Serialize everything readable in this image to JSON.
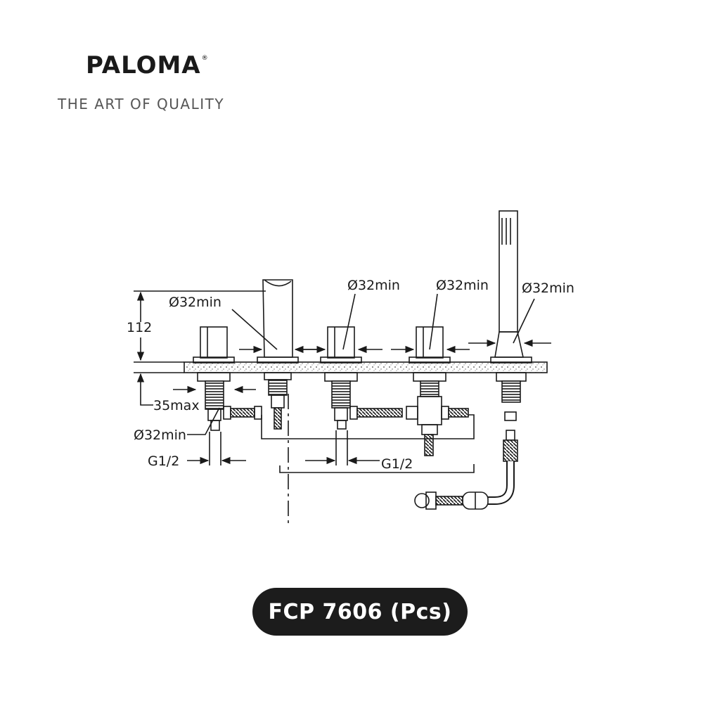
{
  "brand": {
    "name": "PALOMA",
    "registered": "®",
    "tagline": "THE ART OF QUALITY"
  },
  "drawing": {
    "labels": {
      "height": "112",
      "dia_spout": "Ø32min",
      "dia_valve1": "Ø32min",
      "dia_valve2": "Ø32min",
      "dia_shower": "Ø32min",
      "max_deck": "35max",
      "dia_left": "Ø32min",
      "thread_left": "G1/2",
      "thread_mid": "G1/2"
    }
  },
  "product": {
    "code": "FCP 7606 (Pcs)"
  },
  "colors": {
    "ink": "#1a1a1a",
    "pill": "#1c1c1c",
    "tagline": "#555555"
  }
}
